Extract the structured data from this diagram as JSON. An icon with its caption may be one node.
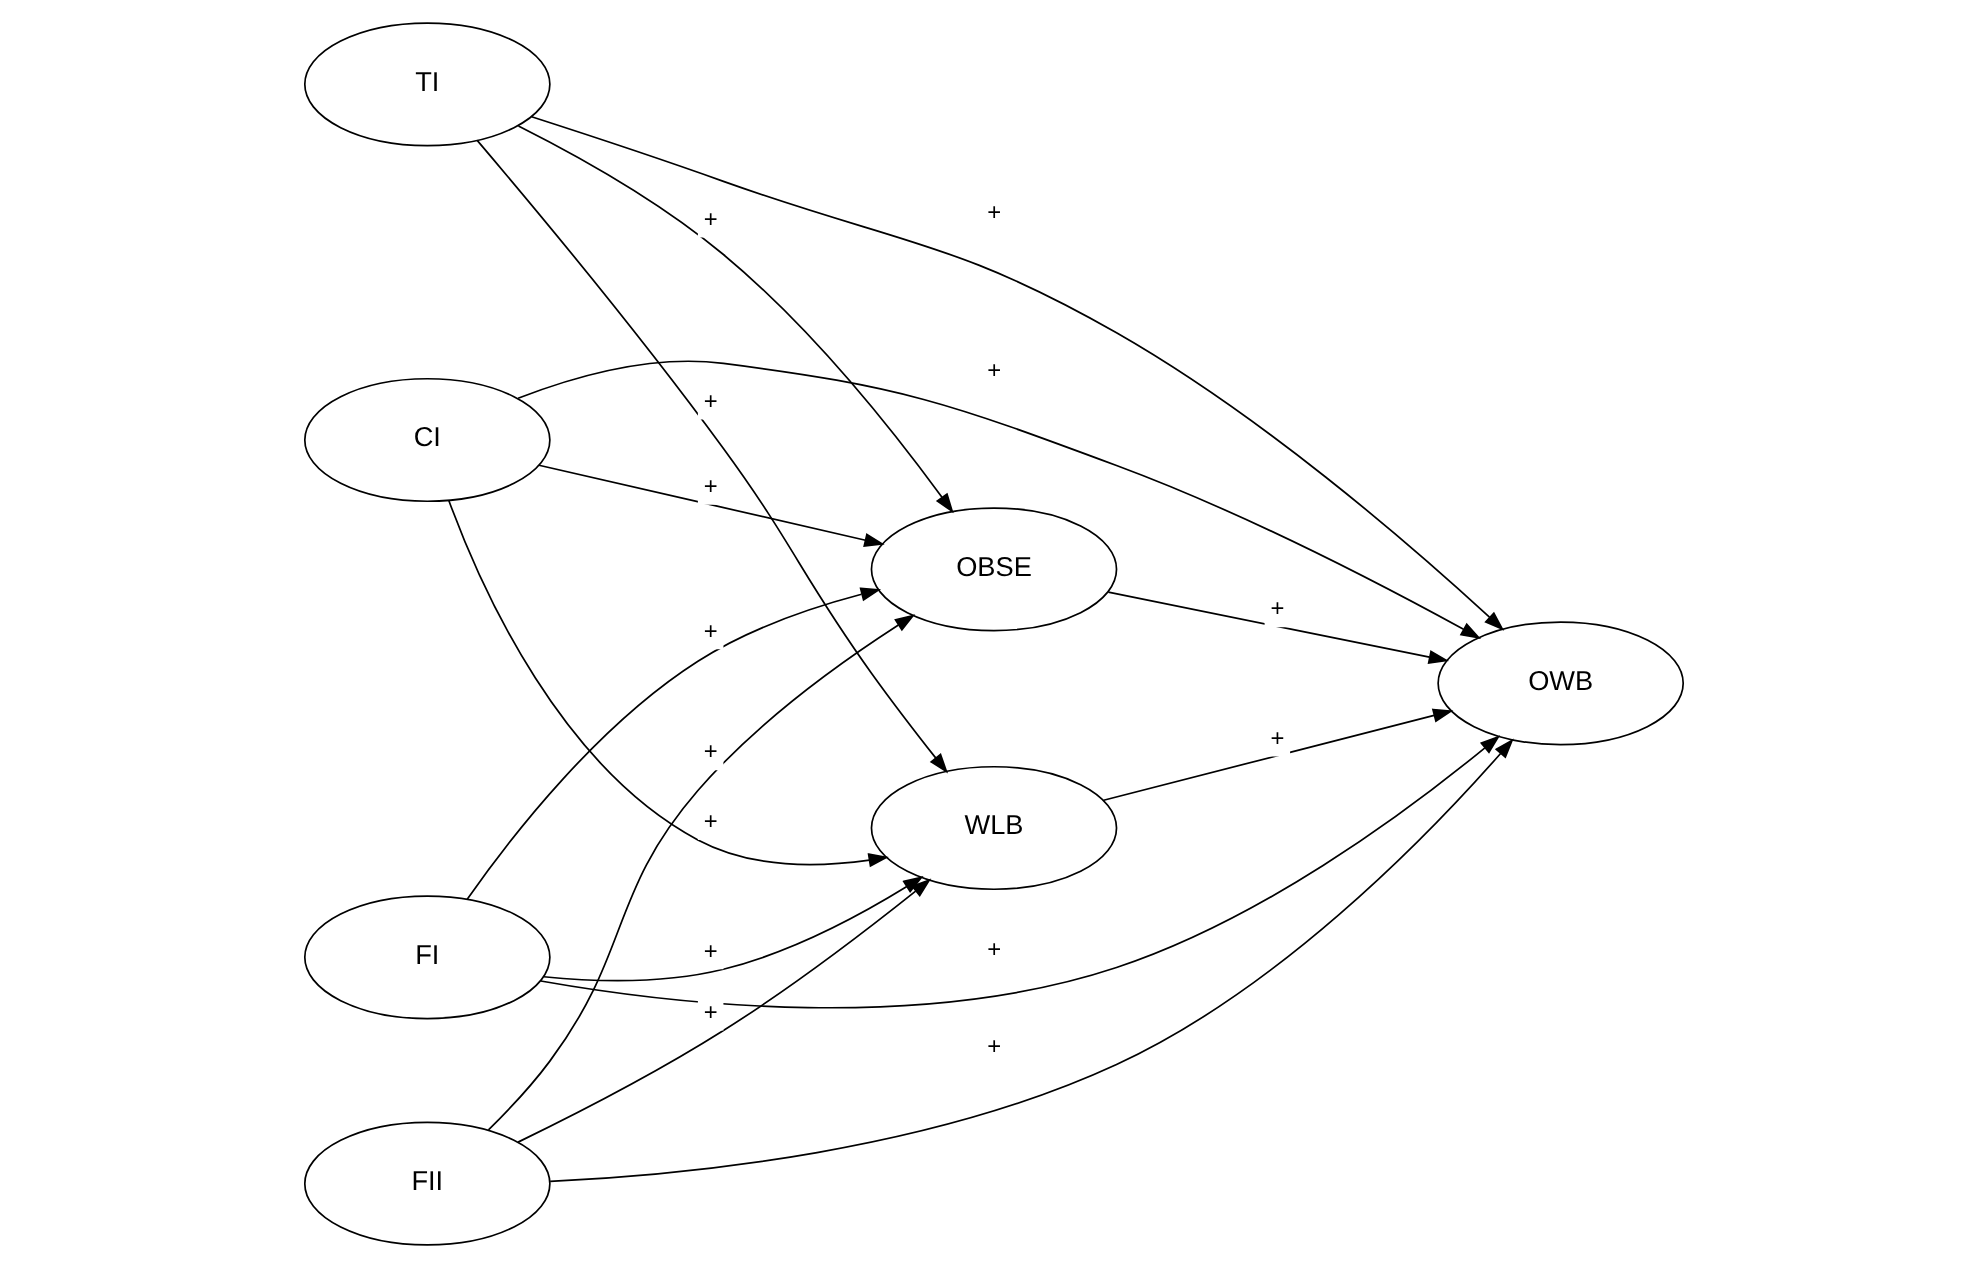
{
  "diagram": {
    "nodes": [
      {
        "text": [
          "TI"
        ]
      },
      {
        "text": [
          "CI"
        ]
      },
      {
        "text": [
          "FI"
        ]
      },
      {
        "text": [
          "FII"
        ]
      },
      {
        "text": [
          "OBSE"
        ]
      },
      {
        "text": [
          "WLB"
        ]
      },
      {
        "text": [
          "OWB"
        ]
      }
    ],
    "edges": [
      {
        "from": 0,
        "to": 4,
        "arrow": "to",
        "label": "+"
      },
      {
        "from": 0,
        "to": 6,
        "arrow": "to",
        "label": "+"
      },
      {
        "from": 0,
        "to": 5,
        "arrow": "to",
        "label": "+"
      },
      {
        "from": 1,
        "to": 4,
        "arrow": "to",
        "label": "+"
      },
      {
        "from": 1,
        "to": 6,
        "arrow": "to",
        "label": "+"
      },
      {
        "from": 1,
        "to": 5,
        "arrow": "to",
        "label": "+"
      },
      {
        "from": 2,
        "to": 4,
        "arrow": "to",
        "label": "+"
      },
      {
        "from": 2,
        "to": 6,
        "arrow": "to",
        "label": "+"
      },
      {
        "from": 2,
        "to": 5,
        "arrow": "to",
        "label": "+"
      },
      {
        "from": 3,
        "to": 4,
        "arrow": "to",
        "label": "+"
      },
      {
        "from": 3,
        "to": 6,
        "arrow": "to",
        "label": "+"
      },
      {
        "from": 3,
        "to": 5,
        "arrow": "to",
        "label": "+"
      },
      {
        "from": 4,
        "to": 6,
        "arrow": "to",
        "label": "+"
      },
      {
        "from": 5,
        "to": 6,
        "arrow": "to",
        "label": "+"
      }
    ]
  }
}
